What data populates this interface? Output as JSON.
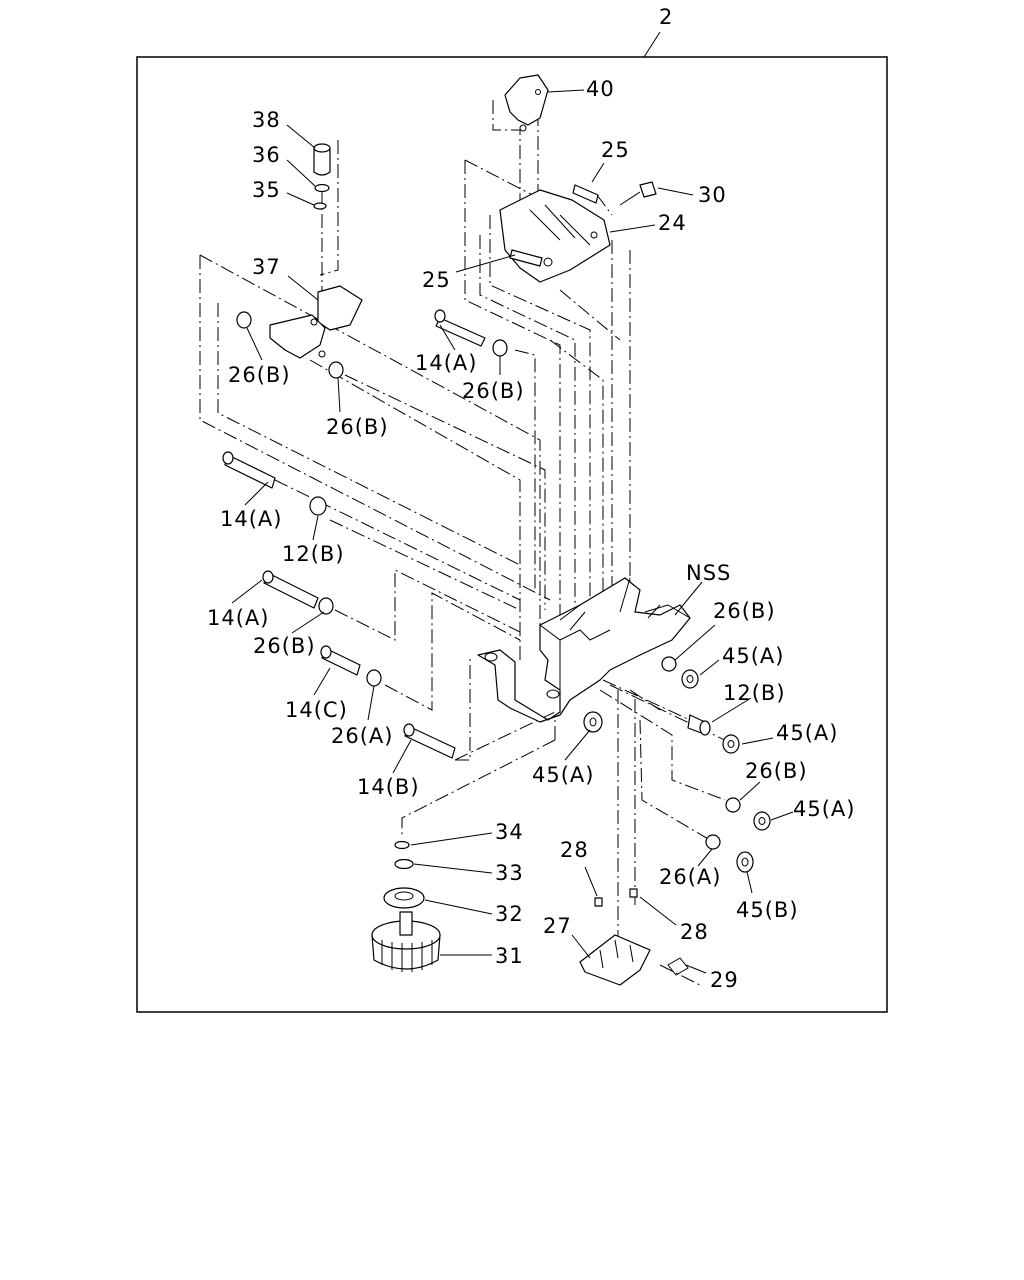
{
  "labels": {
    "assembly": "2",
    "p40": "40",
    "p38": "38",
    "p36": "36",
    "p35": "35",
    "p25a": "25",
    "p30": "30",
    "p24": "24",
    "p25b": "25",
    "p37": "37",
    "p26b_1": "26(B)",
    "p14a_1": "14(A)",
    "p26b_2": "26(B)",
    "p26b_3": "26(B)",
    "p14a_2": "14(A)",
    "p12b_1": "12(B)",
    "p14a_3": "14(A)",
    "p26b_4": "26(B)",
    "p14c": "14(C)",
    "p26a_1": "26(A)",
    "p14b": "14(B)",
    "nss": "NSS",
    "p26b_5": "26(B)",
    "p45a_1": "45(A)",
    "p12b_2": "12(B)",
    "p45a_2": "45(A)",
    "p26b_6": "26(B)",
    "p45a_3": "45(A)",
    "p45a_4": "45(A)",
    "p26a_2": "26(A)",
    "p45b": "45(B)",
    "p34": "34",
    "p33": "33",
    "p32": "32",
    "p31": "31",
    "p28a": "28",
    "p27": "27",
    "p28b": "28",
    "p29": "29"
  }
}
